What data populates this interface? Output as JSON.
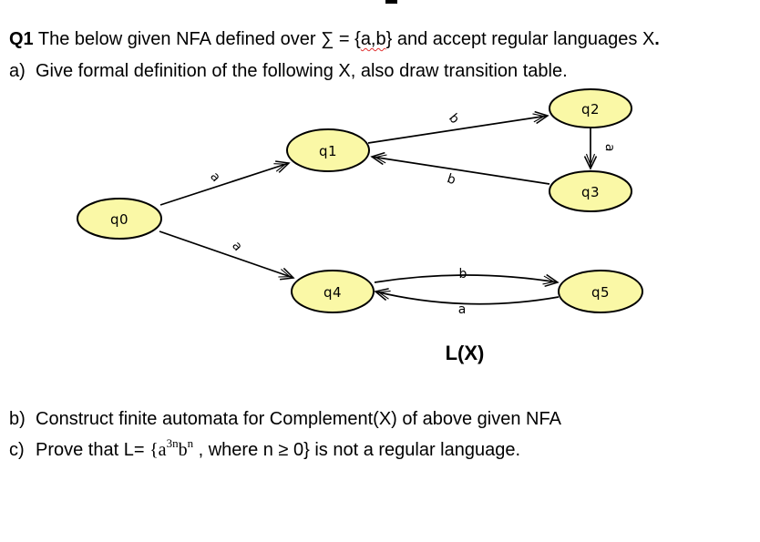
{
  "title": {
    "label": "Q1",
    "part1": " The below given NFA defined over ∑ = {",
    "misspelled": "a,b",
    "part2": "} and accept regular languages X",
    "period": "."
  },
  "items": {
    "a": {
      "marker": "a)",
      "text": "Give formal definition of the following X, also draw transition table."
    },
    "b": {
      "marker": "b)",
      "text": "Construct finite automata for Complement(X) of above given NFA"
    },
    "c": {
      "marker": "c)",
      "pre": "Prove that L= ",
      "math_open": "{a",
      "sup1": "3n",
      "base2": "b",
      "sup2": "n",
      "post": " , where n ≥ 0} is not a regular language."
    }
  },
  "diagram": {
    "caption": "L(X)",
    "node_fill": "#faf8a6",
    "node_stroke": "#000000",
    "nodes": [
      {
        "id": "q0",
        "label": "q0"
      },
      {
        "id": "q1",
        "label": "q1"
      },
      {
        "id": "q2",
        "label": "q2"
      },
      {
        "id": "q3",
        "label": "q3"
      },
      {
        "id": "q4",
        "label": "q4"
      },
      {
        "id": "q5",
        "label": "q5"
      }
    ],
    "edges": [
      {
        "from": "q0",
        "to": "q1",
        "label": "a"
      },
      {
        "from": "q0",
        "to": "q4",
        "label": "a"
      },
      {
        "from": "q1",
        "to": "q2",
        "label": "b"
      },
      {
        "from": "q2",
        "to": "q3",
        "label": "a"
      },
      {
        "from": "q3",
        "to": "q1",
        "label": "b"
      },
      {
        "from": "q4",
        "to": "q5",
        "label": "b"
      },
      {
        "from": "q5",
        "to": "q4",
        "label": "a"
      }
    ]
  }
}
